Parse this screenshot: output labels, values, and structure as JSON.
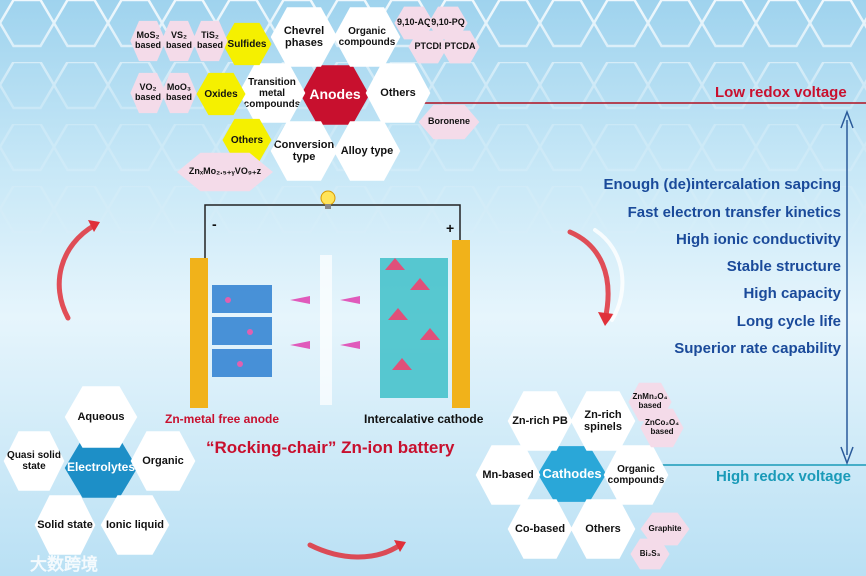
{
  "voltage": {
    "low": "Low redox voltage",
    "high": "High redox voltage"
  },
  "properties": [
    "Enough (de)intercalation sapcing",
    "Fast electron transfer kinetics",
    "High ionic conductivity",
    "Stable structure",
    "High capacity",
    "Long cycle life",
    "Superior rate capability"
  ],
  "anodes": {
    "center": "Anodes",
    "chevrel": "Chevrel phases",
    "organic": "Organic compounds",
    "transition": "Transition metal compounds",
    "others": "Others",
    "conversion": "Conversion type",
    "alloy": "Alloy type",
    "sulfides": "Sulfides",
    "oxides": "Oxides",
    "others_small": "Others",
    "mos2": "MoS₂ based",
    "vs2": "VS₂ based",
    "tis2": "TiS₂ based",
    "vo2": "VO₂ based",
    "moo3": "MoO₃ based",
    "aq": "9,10-AQ",
    "pq": "9,10-PQ",
    "ptcdi": "PTCDI",
    "ptcda": "PTCDA",
    "boronene": "Boronene",
    "znmo": "ZnₓMo₂.₅₊ᵧVO₉₊z"
  },
  "battery": {
    "minus": "-",
    "plus": "+",
    "anode_label": "Zn-metal free anode",
    "cathode_label": "Intercalative cathode",
    "title": "“Rocking-chair” Zn-ion battery"
  },
  "electrolytes": {
    "center": "Electrolytes",
    "aqueous": "Aqueous",
    "quasi": "Quasi solid state",
    "organic": "Organic",
    "solid": "Solid state",
    "ionic": "Ionic liquid"
  },
  "cathodes": {
    "center": "Cathodes",
    "znpb": "Zn-rich PB",
    "znspinels": "Zn-rich spinels",
    "mn": "Mn-based",
    "organic": "Organic compounds",
    "co": "Co-based",
    "others": "Others",
    "znmn": "ZnMn₂O₄ based",
    "znco": "ZnCo₂O₄ based",
    "graphite": "Graphite",
    "bi2s3": "Bi₂S₃"
  },
  "watermark": "大数跨境",
  "colors": {
    "anode_center": "#c8102e",
    "electrolyte_center": "#1d8fc7",
    "cathode_center": "#2aa7d8",
    "property_text": "#1a4a9a",
    "low_voltage": "#c8102e",
    "high_voltage": "#1a9ab8"
  }
}
